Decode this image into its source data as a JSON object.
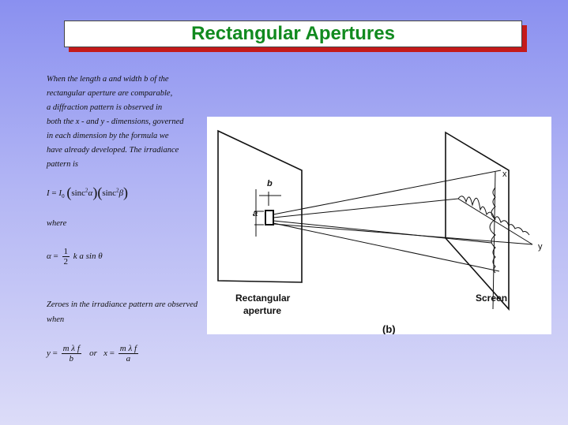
{
  "title": "Rectangular Apertures",
  "paragraph_lines": [
    "When the length a and width b of the",
    "rectangular aperture are comparable,",
    "a diffraction pattern is observed in",
    "both the x - and  y - dimensions, governed",
    "in each dimension by the formula we",
    "have already developed. The irradiance",
    " pattern is"
  ],
  "irradiance_eq": {
    "lhs": "I",
    "eq": "=",
    "I0": "I",
    "I0_sub": "0",
    "term1": "sinc",
    "term1_sup": "2",
    "term1_arg": "α",
    "term2": "sinc",
    "term2_sup": "2",
    "term2_arg": "β"
  },
  "where_label": "where",
  "alpha_eq": {
    "lhs": "α",
    "eq": "=",
    "num": "1",
    "den": "2",
    "rhs": "k a sin θ"
  },
  "zeroes_lines": [
    "Zeroes in the irradiance  pattern are observed",
    "when"
  ],
  "zero_eqs": {
    "y_lhs": "y",
    "y_num": "m λ f",
    "y_den": "b",
    "or": "or",
    "x_lhs": "x",
    "x_num": "m λ f",
    "x_den": "a",
    "eq": "="
  },
  "figure": {
    "aperture_label_line1": "Rectangular",
    "aperture_label_line2": "aperture",
    "screen_label": "Screen",
    "part_label": "(b)",
    "dim_b": "b",
    "dim_a": "a",
    "axis_x": "x",
    "axis_y": "y"
  }
}
